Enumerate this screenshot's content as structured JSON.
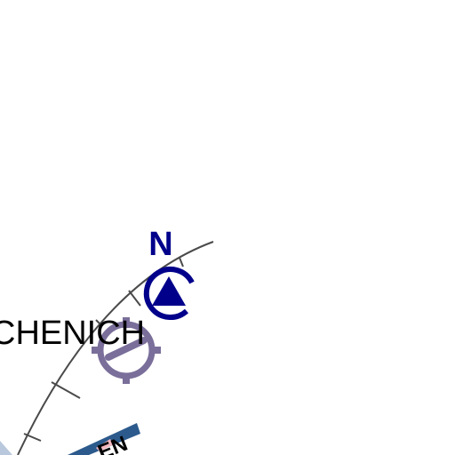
{
  "map": {
    "compass_letter": "N",
    "place_label": "CHENICH",
    "road_label_fragment": "EN",
    "icons": {
      "north_marker": "navaid-triangle-icon",
      "airport": "airport-symbol-icon"
    },
    "colors": {
      "background": "#ffffff",
      "compass_ring": "#4a4a4a",
      "navaid": "#00008b",
      "airport_symbol": "#7a6e9a",
      "road_band": "#2c5a8c",
      "road_stripe": "#f4b8c0",
      "water_edge": "#b9c8dc",
      "label": "#000000"
    }
  }
}
